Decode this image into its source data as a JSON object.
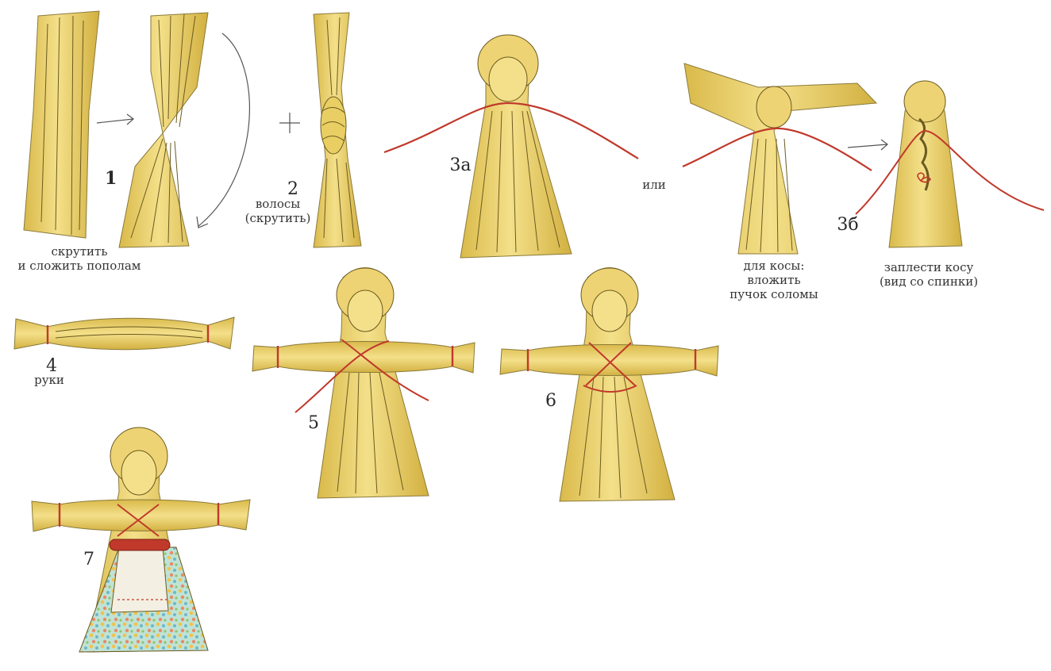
{
  "steps": {
    "s1": {
      "num": "1",
      "caption_line1": "скрутить",
      "caption_line2": "и сложить пополам"
    },
    "s2": {
      "num": "2",
      "caption_line1": "волосы",
      "caption_line2": "(скрутить)"
    },
    "s3a": {
      "num": "3а"
    },
    "ili": "или",
    "s3b": {
      "num": "3б",
      "caption_line1": "заплести косу",
      "caption_line2": "(вид со спинки)"
    },
    "braid_note": {
      "line1": "для косы:",
      "line2": "вложить",
      "line3": "пучок соломы"
    },
    "s4": {
      "num": "4",
      "caption": "руки"
    },
    "s5": {
      "num": "5"
    },
    "s6": {
      "num": "6"
    },
    "s7": {
      "num": "7"
    }
  },
  "colors": {
    "straw": "#ecd36a",
    "straw_dark": "#c9a93a",
    "thread": "#c0392b",
    "ink": "#333333",
    "apron": "#f3efe2"
  },
  "icons": [
    "arrow-right-icon",
    "plus-icon",
    "curved-arrow-icon"
  ]
}
